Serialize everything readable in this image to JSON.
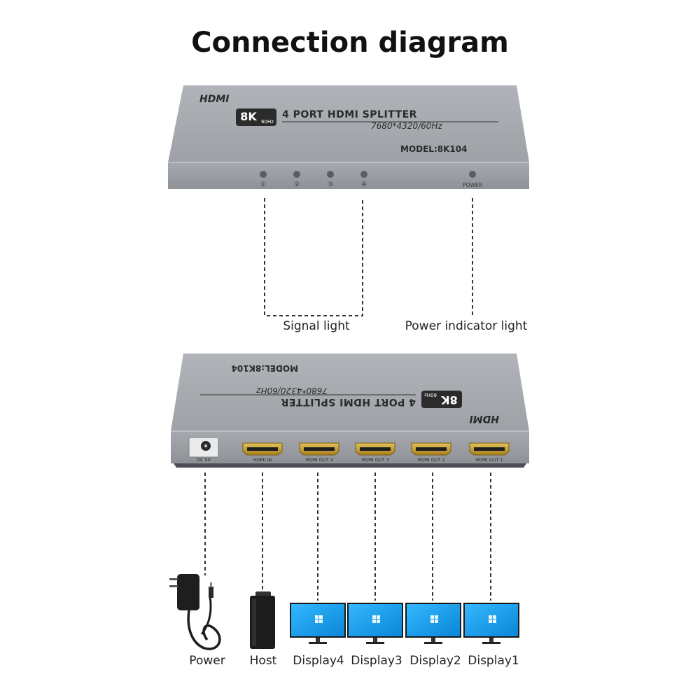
{
  "title": "Connection diagram",
  "front_panel": {
    "brand": "HDMI",
    "resolution_badge": "8K",
    "refresh_badge": "60Hz",
    "product_name": "4 PORT HDMI SPLITTER",
    "spec": "7680*4320/60Hz",
    "model": "MODEL:8K104",
    "signal_leds": [
      "①",
      "②",
      "③",
      "④"
    ],
    "power_led_label": "POWER"
  },
  "back_panel": {
    "ports": [
      "DC 5V",
      "HDMI IN",
      "HDMI OUT 4",
      "HDMI OUT 3",
      "HDMI OUT 2",
      "HDMI OUT 1"
    ]
  },
  "callouts": {
    "signal_light": "Signal light",
    "power_indicator": "Power indicator light"
  },
  "devices": [
    "Power",
    "Host",
    "Display4",
    "Display3",
    "Display2",
    "Display1"
  ],
  "colors": {
    "case": "#9a9ea3",
    "case_top": "#a4a8ad",
    "port_gold": "#c9a23a",
    "screen_blue": "#1aa3f0"
  }
}
